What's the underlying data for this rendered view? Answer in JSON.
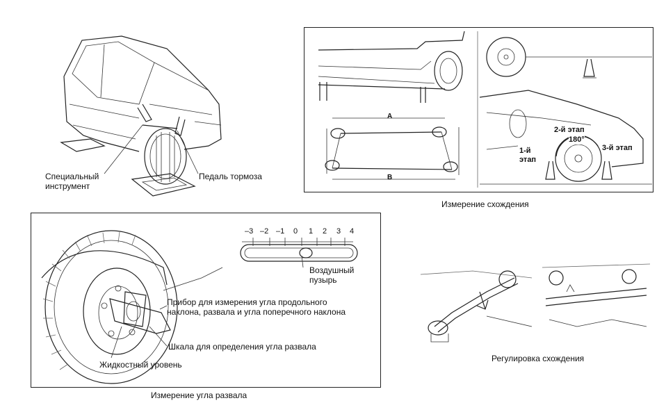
{
  "car_panel": {
    "labels": {
      "special_tool": "Специальный\nинструмент",
      "brake_pedal": "Педаль тормоза"
    }
  },
  "toe_panel": {
    "caption": "Измерение схождения",
    "labels": {
      "a": "A",
      "b": "B",
      "stage1": "1-й\nэтап",
      "stage2": "2-й этап",
      "stage3": "3-й этап",
      "deg180": "180°"
    }
  },
  "camber_panel": {
    "caption": "Измерение угла развала",
    "scale_ticks": [
      "–3",
      "–2",
      "–1",
      "0",
      "1",
      "2",
      "3",
      "4"
    ],
    "labels": {
      "air_bubble": "Воздушный\nпузырь",
      "instrument": "Прибор для измерения угла продольного\nнаклона, развала и угла поперечного наклона",
      "camber_scale": "Шкала для определения угла развала",
      "liquid_level": "Жидкостный уровень"
    }
  },
  "adjust_panel": {
    "caption": "Регулировка схождения"
  }
}
